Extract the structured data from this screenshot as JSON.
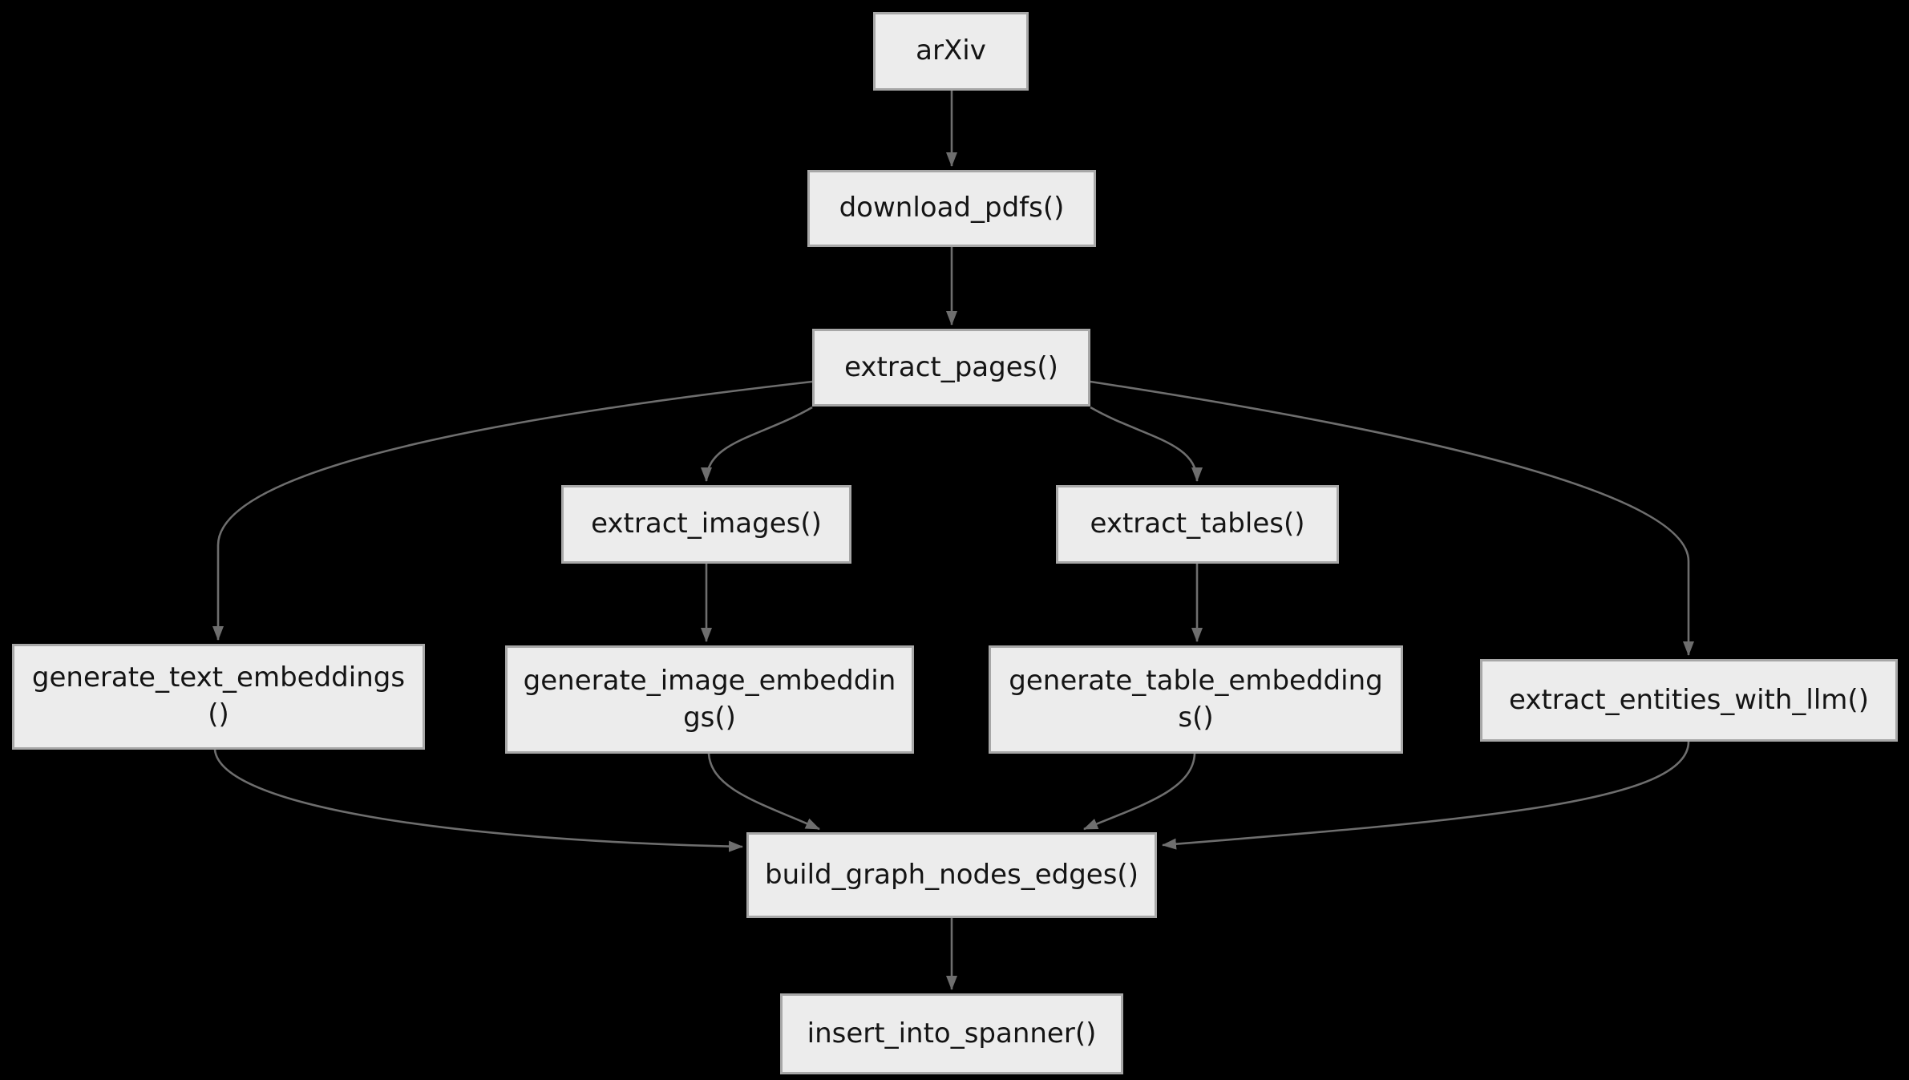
{
  "diagram": {
    "type": "flowchart",
    "direction": "top-down",
    "colors": {
      "background": "#000000",
      "node_fill": "#ececec",
      "node_border": "#a7a7a7",
      "edge": "#6e6e6e",
      "arrowhead": "#6e6e6e",
      "text": "#141414"
    },
    "nodes": [
      {
        "id": "arxiv",
        "label": "arXiv"
      },
      {
        "id": "download_pdfs",
        "label": "download_pdfs()"
      },
      {
        "id": "extract_pages",
        "label": "extract_pages()"
      },
      {
        "id": "extract_images",
        "label": "extract_images()"
      },
      {
        "id": "extract_tables",
        "label": "extract_tables()"
      },
      {
        "id": "generate_text_embeddings",
        "label": "generate_text_embeddings\n()"
      },
      {
        "id": "generate_image_embeddings",
        "label": "generate_image_embeddin\ngs()"
      },
      {
        "id": "generate_table_embeddings",
        "label": "generate_table_embedding\ns()"
      },
      {
        "id": "extract_entities_with_llm",
        "label": "extract_entities_with_llm()"
      },
      {
        "id": "build_graph_nodes_edges",
        "label": "build_graph_nodes_edges()"
      },
      {
        "id": "insert_into_spanner",
        "label": "insert_into_spanner()"
      }
    ],
    "edges": [
      {
        "from": "arXiv",
        "to": "download_pdfs()"
      },
      {
        "from": "download_pdfs()",
        "to": "extract_pages()"
      },
      {
        "from": "extract_pages()",
        "to": "generate_text_embeddings()"
      },
      {
        "from": "extract_pages()",
        "to": "extract_images()"
      },
      {
        "from": "extract_pages()",
        "to": "extract_tables()"
      },
      {
        "from": "extract_pages()",
        "to": "extract_entities_with_llm()"
      },
      {
        "from": "extract_images()",
        "to": "generate_image_embeddings()"
      },
      {
        "from": "extract_tables()",
        "to": "generate_table_embeddings()"
      },
      {
        "from": "generate_text_embeddings()",
        "to": "build_graph_nodes_edges()"
      },
      {
        "from": "generate_image_embeddings()",
        "to": "build_graph_nodes_edges()"
      },
      {
        "from": "generate_table_embeddings()",
        "to": "build_graph_nodes_edges()"
      },
      {
        "from": "extract_entities_with_llm()",
        "to": "build_graph_nodes_edges()"
      },
      {
        "from": "build_graph_nodes_edges()",
        "to": "insert_into_spanner()"
      }
    ]
  }
}
